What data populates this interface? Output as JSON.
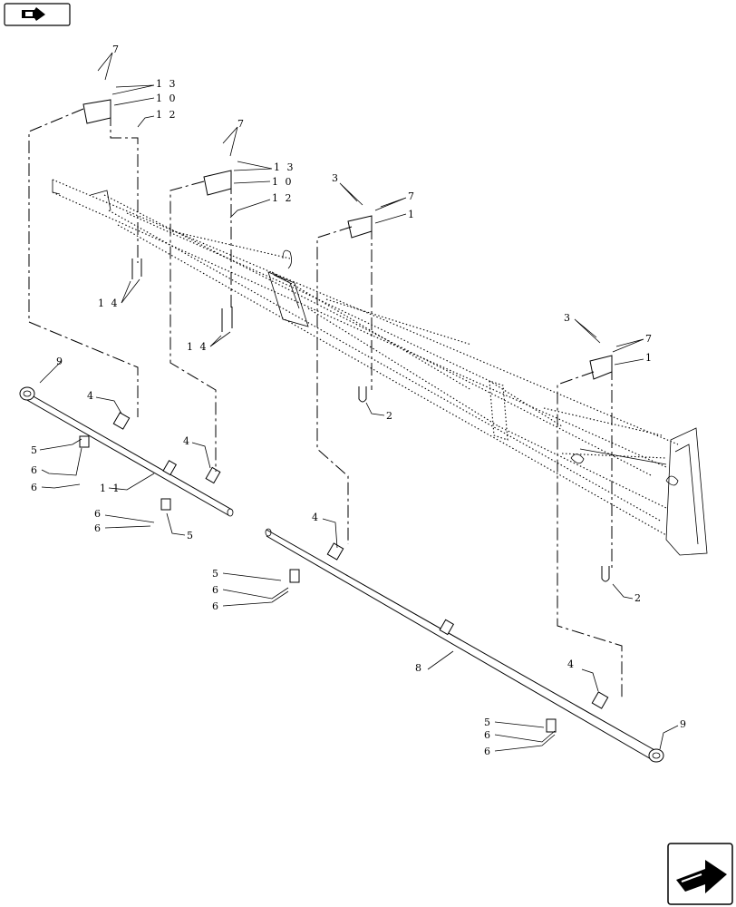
{
  "navigation": {
    "back_icon": "hand-arrow-left-icon",
    "next_icon": "page-forward-arrow-icon"
  },
  "callouts": [
    {
      "id": "c7a",
      "text": "7"
    },
    {
      "id": "c13a",
      "text": "1 3"
    },
    {
      "id": "c10a",
      "text": "1 0"
    },
    {
      "id": "c12a",
      "text": "1 2"
    },
    {
      "id": "c7b",
      "text": "7"
    },
    {
      "id": "c13b",
      "text": "1 3"
    },
    {
      "id": "c10b",
      "text": "1 0"
    },
    {
      "id": "c12b",
      "text": "1 2"
    },
    {
      "id": "c3a",
      "text": "3"
    },
    {
      "id": "c7c",
      "text": "7"
    },
    {
      "id": "c1a",
      "text": "1"
    },
    {
      "id": "c14a",
      "text": "1 4"
    },
    {
      "id": "c14b",
      "text": "1 4"
    },
    {
      "id": "c2a",
      "text": "2"
    },
    {
      "id": "c3b",
      "text": "3"
    },
    {
      "id": "c7d",
      "text": "7"
    },
    {
      "id": "c1b",
      "text": "1"
    },
    {
      "id": "c9a",
      "text": "9"
    },
    {
      "id": "c4a",
      "text": "4"
    },
    {
      "id": "c5a",
      "text": "5"
    },
    {
      "id": "c6a",
      "text": "6"
    },
    {
      "id": "c6b",
      "text": "6"
    },
    {
      "id": "c11",
      "text": "1 1"
    },
    {
      "id": "c4b",
      "text": "4"
    },
    {
      "id": "c6c",
      "text": "6"
    },
    {
      "id": "c6d",
      "text": "6"
    },
    {
      "id": "c5b",
      "text": "5"
    },
    {
      "id": "c4c",
      "text": "4"
    },
    {
      "id": "c5c",
      "text": "5"
    },
    {
      "id": "c6e",
      "text": "6"
    },
    {
      "id": "c6f",
      "text": "6"
    },
    {
      "id": "c2b",
      "text": "2"
    },
    {
      "id": "c8",
      "text": "8"
    },
    {
      "id": "c4d",
      "text": "4"
    },
    {
      "id": "c9b",
      "text": "9"
    },
    {
      "id": "c5d",
      "text": "5"
    },
    {
      "id": "c6g",
      "text": "6"
    },
    {
      "id": "c6h",
      "text": "6"
    }
  ]
}
